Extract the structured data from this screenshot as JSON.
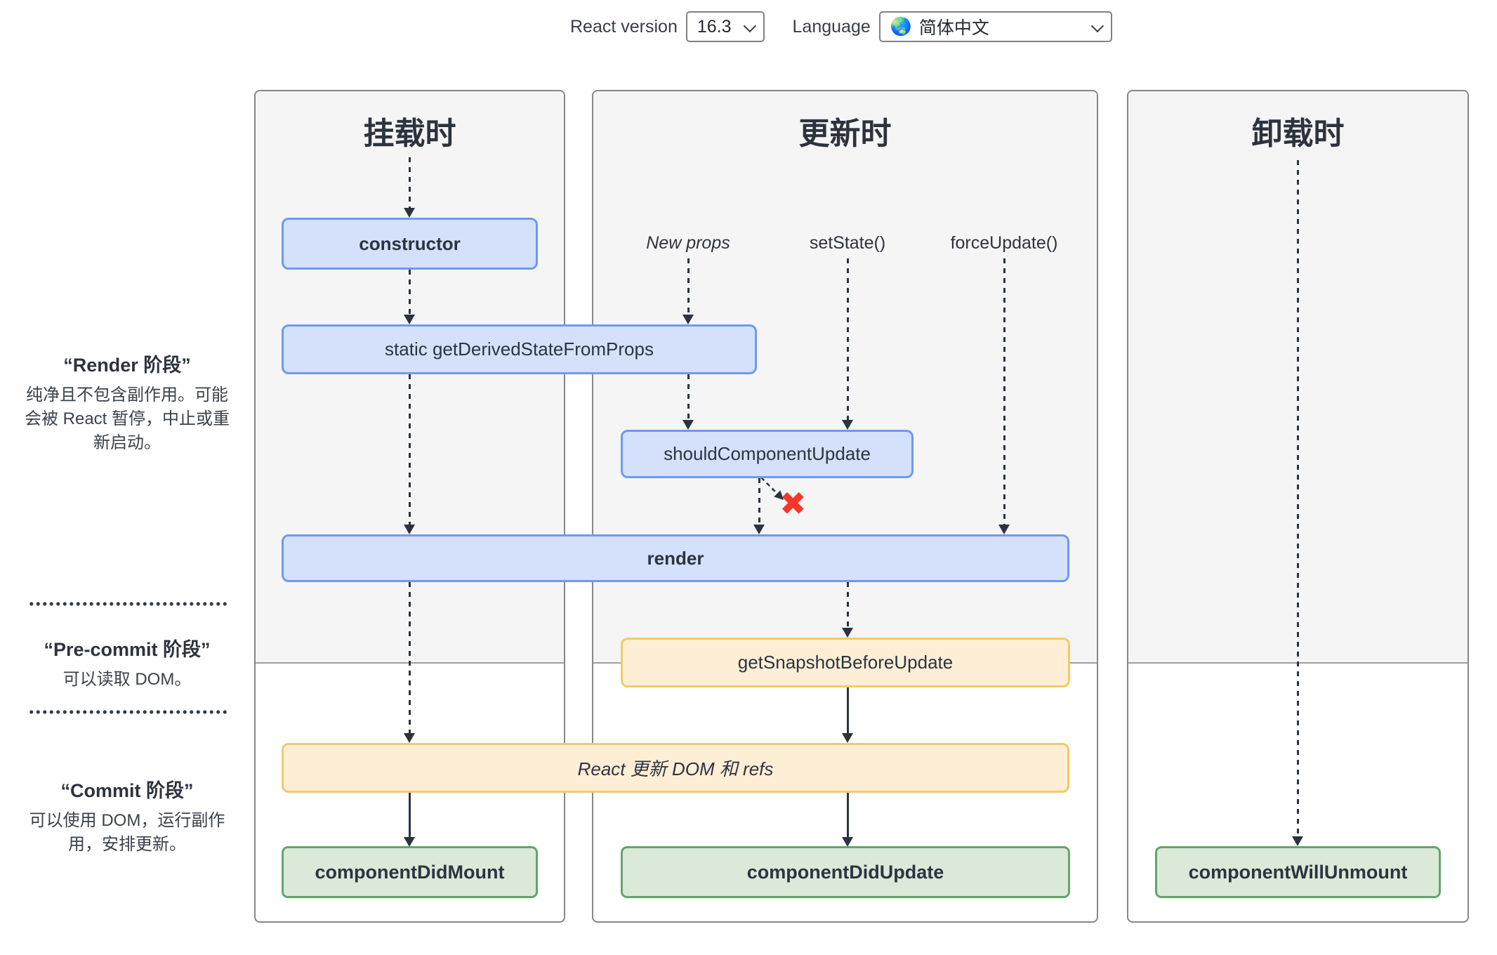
{
  "toolbar": {
    "react_version_label": "React version",
    "react_version_value": "16.3",
    "language_label": "Language",
    "language_flag": "🌏",
    "language_value": "简体中文"
  },
  "columns": {
    "mounting_title": "挂载时",
    "updating_title": "更新时",
    "unmounting_title": "卸载时"
  },
  "triggers": {
    "new_props": "New props",
    "set_state": "setState()",
    "force_update": "forceUpdate()"
  },
  "phases": {
    "render_title": "“Render 阶段”",
    "render_desc": "纯净且不包含副作用。可能会被 React 暂停，中止或重新启动。",
    "pre_commit_title": "“Pre-commit 阶段”",
    "pre_commit_desc": "可以读取 DOM。",
    "commit_title": "“Commit 阶段”",
    "commit_desc": "可以使用 DOM，运行副作用，安排更新。"
  },
  "nodes": {
    "constructor": "constructor",
    "get_derived_state_from_props": "static getDerivedStateFromProps",
    "should_component_update": "shouldComponentUpdate",
    "render": "render",
    "get_snapshot_before_update": "getSnapshotBeforeUpdate",
    "react_updates_dom": "React 更新 DOM 和 refs",
    "component_did_mount": "componentDidMount",
    "component_did_update": "componentDidUpdate",
    "component_will_unmount": "componentWillUnmount"
  },
  "icons": {
    "x_mark": "✖"
  },
  "colors": {
    "blue_fill": "#d5e1fb",
    "blue_border": "#6d9af0",
    "yellow_fill": "#ffeed6",
    "yellow_border": "#f2ca68",
    "green_fill": "#dbe9d8",
    "green_border": "#66a36c",
    "red_x": "#f5372b",
    "render_phase_bg": "#f5f5f6",
    "panel_border": "#85878a",
    "arrow": "#2b333d"
  }
}
